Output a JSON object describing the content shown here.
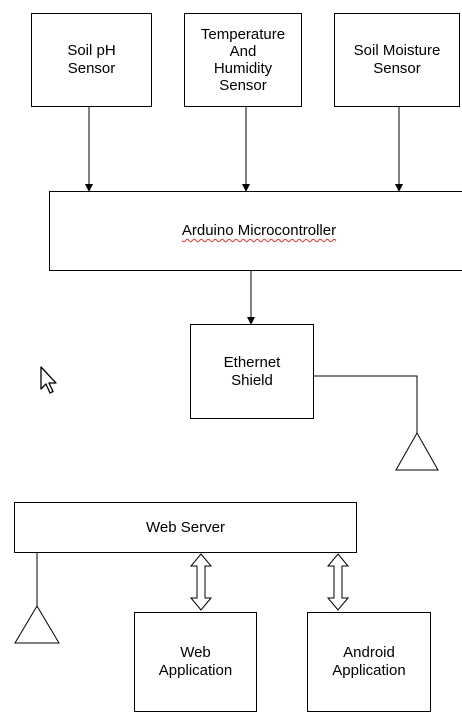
{
  "diagram": {
    "soil_ph_sensor": "Soil pH\nSensor",
    "temp_humidity_sensor": "Temperature\nAnd\nHumidity\nSensor",
    "soil_moisture_sensor": "Soil Moisture\nSensor",
    "arduino": "Arduino Microcontroller",
    "ethernet_shield": "Ethernet\nShield",
    "web_server": "Web Server",
    "web_application": "Web\nApplication",
    "android_application": "Android\nApplication"
  },
  "colors": {
    "line": "#000000",
    "spellcheck_underline": "#e03030"
  },
  "icons": {
    "cursor": "mouse-pointer-icon",
    "antenna": "antenna-triangle-icon"
  }
}
